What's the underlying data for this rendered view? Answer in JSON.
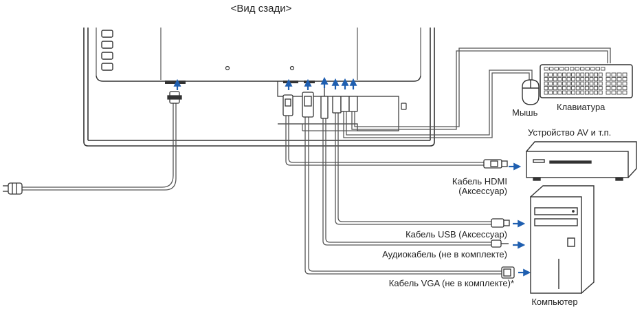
{
  "title": "<Вид сзади>",
  "labels": {
    "mouse": "Мышь",
    "keyboard": "Клавиатура",
    "av_device": "Устройство AV и т.п.",
    "hdmi_cable_line1": "Кабель HDMI",
    "hdmi_cable_line2": "(Аксессуар)",
    "usb_cable": "Кабель USB (Аксессуар)",
    "audio_cable": "Аудиокабель (не в комплекте)",
    "vga_cable": "Кабель VGA (не в комплекте)*",
    "computer": "Компьютер"
  },
  "colors": {
    "arrow": "#1f5fb0",
    "line": "#333333",
    "cable": "#555555"
  }
}
